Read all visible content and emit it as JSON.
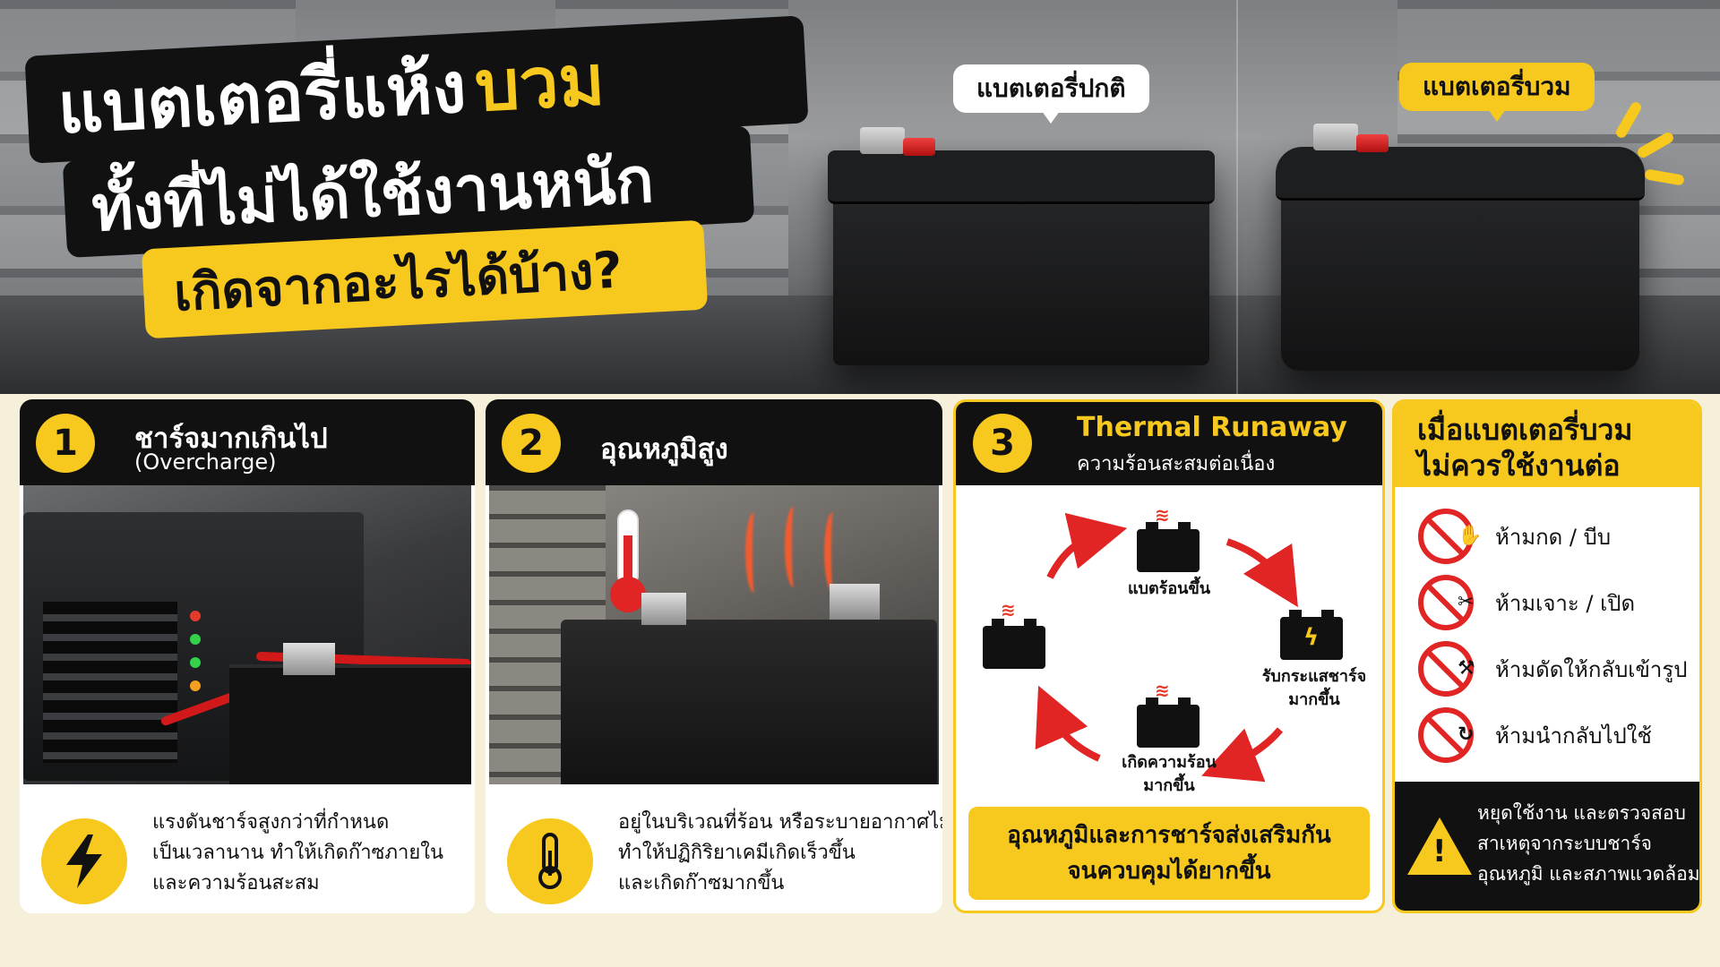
{
  "hero": {
    "title_line1_prefix": "แบตเตอรี่แห้ง",
    "title_line1_highlight": "บวม",
    "title_line2": "ทั้งที่ไม่ได้ใช้งานหนัก",
    "title_line3": "เกิดจากอะไรได้บ้าง?",
    "label_normal": "แบตเตอรี่ปกติ",
    "label_swollen": "แบตเตอรี่บวม"
  },
  "causes": [
    {
      "number": "1",
      "title": "ชาร์จมากเกินไป",
      "subtitle": "(Overcharge)",
      "icon": "lightning-icon",
      "desc": [
        "แรงดันชาร์จสูงกว่าที่กำหนด",
        "เป็นเวลานาน ทำให้เกิดก๊าซภายใน",
        "และความร้อนสะสม"
      ]
    },
    {
      "number": "2",
      "title": "อุณหภูมิสูง",
      "icon": "thermometer-icon",
      "desc": [
        "อยู่ในบริเวณที่ร้อน หรือระบายอากาศไม่ดี",
        "ทำให้ปฏิกิริยาเคมีเกิดเร็วขึ้น",
        "และเกิดก๊าซมากขึ้น"
      ]
    },
    {
      "number": "3",
      "title": "Thermal Runaway",
      "subtitle": "ความร้อนสะสมต่อเนื่อง",
      "cycle": {
        "top": "แบตร้อนขึ้น",
        "right_line1": "รับกระแสชาร์จ",
        "right_line2": "มากขึ้น",
        "bottom_line1": "เกิดความร้อน",
        "bottom_line2": "มากขึ้น"
      },
      "banner_line1": "อุณหภูมิและการชาร์จส่งเสริมกัน",
      "banner_line2": "จนควบคุมได้ยากขึ้น"
    }
  ],
  "warning": {
    "title_line1": "เมื่อแบตเตอรี่บวม",
    "title_line2": "ไม่ควรใช้งานต่อ",
    "rules": [
      {
        "icon": "no-press-icon",
        "label": "ห้ามกด / บีบ"
      },
      {
        "icon": "no-pierce-icon",
        "label": "ห้ามเจาะ / เปิด"
      },
      {
        "icon": "no-repair-icon",
        "label": "ห้ามดัดให้กลับเข้ารูป"
      },
      {
        "icon": "no-reuse-icon",
        "label": "ห้ามนำกลับไปใช้"
      }
    ],
    "footer": [
      "หยุดใช้งาน และตรวจสอบ",
      "สาเหตุจากระบบชาร์จ",
      "อุณหภูมิ และสภาพแวดล้อม"
    ]
  },
  "colors": {
    "accent": "#f7c81e",
    "dark": "#111111",
    "danger": "#e12424"
  }
}
